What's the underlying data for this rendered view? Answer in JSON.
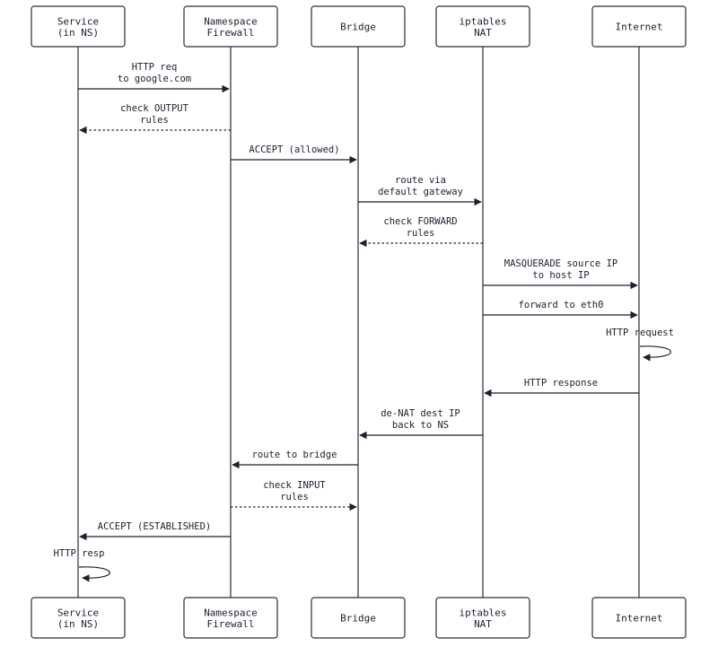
{
  "participants": [
    {
      "id": "service",
      "label_lines": [
        "Service",
        "(in NS)"
      ]
    },
    {
      "id": "firewall",
      "label_lines": [
        "Namespace",
        "Firewall"
      ]
    },
    {
      "id": "bridge",
      "label_lines": [
        "Bridge"
      ]
    },
    {
      "id": "nat",
      "label_lines": [
        "iptables",
        "NAT"
      ]
    },
    {
      "id": "internet",
      "label_lines": [
        "Internet"
      ]
    }
  ],
  "messages": [
    {
      "from": "service",
      "to": "firewall",
      "label_lines": [
        "HTTP req",
        "to google.com"
      ],
      "style": "solid"
    },
    {
      "from": "firewall",
      "to": "service",
      "label_lines": [
        "check OUTPUT",
        "rules"
      ],
      "style": "dotted"
    },
    {
      "from": "firewall",
      "to": "bridge",
      "label_lines": [
        "ACCEPT (allowed)"
      ],
      "style": "solid"
    },
    {
      "from": "bridge",
      "to": "nat",
      "label_lines": [
        "route via",
        "default gateway"
      ],
      "style": "solid"
    },
    {
      "from": "nat",
      "to": "bridge",
      "label_lines": [
        "check FORWARD",
        "rules"
      ],
      "style": "dotted"
    },
    {
      "from": "nat",
      "to": "internet",
      "label_lines": [
        "MASQUERADE source IP",
        "to host IP"
      ],
      "style": "solid"
    },
    {
      "from": "nat",
      "to": "internet",
      "label_lines": [
        "forward to eth0"
      ],
      "style": "solid"
    },
    {
      "from": "internet",
      "to": "internet",
      "label_lines": [
        "HTTP request"
      ],
      "style": "self"
    },
    {
      "from": "internet",
      "to": "nat",
      "label_lines": [
        "HTTP response"
      ],
      "style": "solid"
    },
    {
      "from": "nat",
      "to": "bridge",
      "label_lines": [
        "de-NAT dest IP",
        "back to NS"
      ],
      "style": "solid"
    },
    {
      "from": "bridge",
      "to": "firewall",
      "label_lines": [
        "route to bridge"
      ],
      "style": "solid"
    },
    {
      "from": "firewall",
      "to": "bridge",
      "label_lines": [
        "check INPUT",
        "rules"
      ],
      "style": "dotted"
    },
    {
      "from": "firewall",
      "to": "service",
      "label_lines": [
        "ACCEPT (ESTABLISHED)"
      ],
      "style": "solid"
    },
    {
      "from": "service",
      "to": "service",
      "label_lines": [
        "HTTP resp"
      ],
      "style": "self"
    }
  ]
}
